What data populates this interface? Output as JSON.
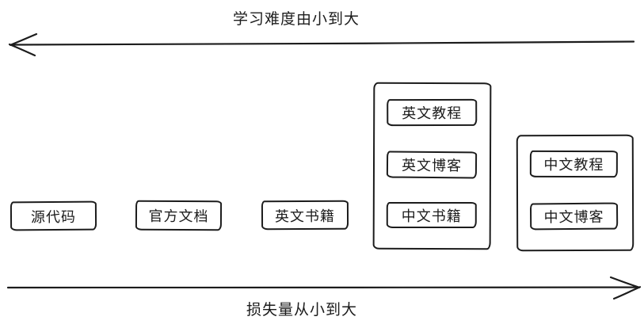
{
  "diagram": {
    "background": "#ffffff",
    "stroke_color": "#1c1c1c",
    "top_axis": {
      "label": "学习难度由小到大",
      "direction": "left"
    },
    "bottom_axis": {
      "label": "损失量从小到大",
      "direction": "right"
    },
    "nodes": [
      {
        "label": "源代码"
      },
      {
        "label": "官方文档"
      },
      {
        "label": "英文书籍"
      }
    ],
    "groups": [
      {
        "items": [
          {
            "label": "英文教程"
          },
          {
            "label": "英文博客"
          },
          {
            "label": "中文书籍"
          }
        ]
      },
      {
        "items": [
          {
            "label": "中文教程"
          },
          {
            "label": "中文博客"
          }
        ]
      }
    ]
  }
}
